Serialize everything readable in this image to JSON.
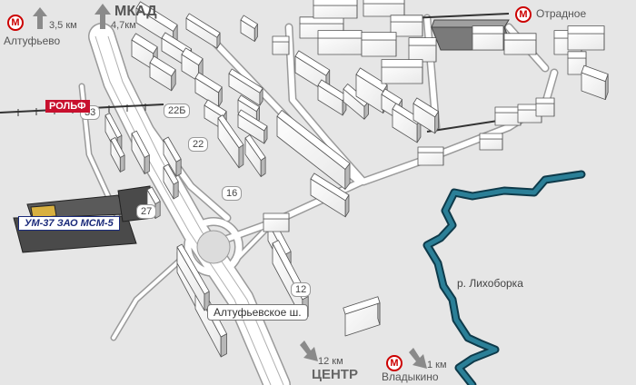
{
  "metro_symbol": "М",
  "directions": [
    {
      "id": "altufyevo",
      "name": "Алтуфьево",
      "distance": "3,5 км",
      "icon": "arrow-up-icon"
    },
    {
      "id": "mkad",
      "name": "МКАД",
      "distance": "4,7км",
      "icon": "arrow-up-icon"
    },
    {
      "id": "center",
      "name": "ЦЕНТР",
      "distance": "12 км",
      "icon": "arrow-down-right-icon"
    },
    {
      "id": "vladykino",
      "name": "Владыкино",
      "distance": "1 км",
      "icon": "arrow-down-right-icon"
    }
  ],
  "metro_stations": {
    "altufyevo": "Алтуфьево",
    "otradnoe": "Отрадное",
    "vladykino": "Владыкино"
  },
  "house_numbers": [
    "33",
    "22Б",
    "22",
    "16",
    "27",
    "12"
  ],
  "brand_label": "РОЛЬФ",
  "dealer_label": "УМ-37 ЗАО МСМ-5",
  "road_label": "Алтуфьевское ш.",
  "river_label": "р. Лихоборка",
  "colors": {
    "background": "#e6e6e6",
    "road": "#ffffff",
    "road_edge": "#9a9a9a",
    "river": "#1f5f72",
    "metro": "#cc0000",
    "brand": "#c8102e",
    "dealer": "#1a2a7a"
  }
}
